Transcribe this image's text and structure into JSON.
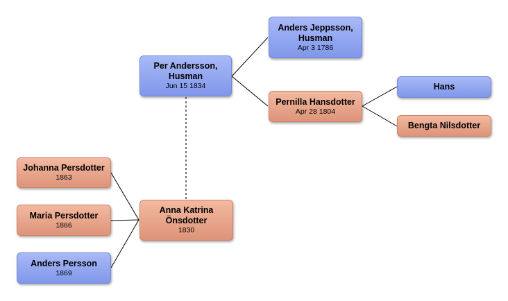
{
  "people": {
    "per": {
      "name": "Per Andersson, Husman",
      "date": "Jun 15 1834",
      "sex": "male"
    },
    "anders_jeppsson": {
      "name": "Anders Jeppsson, Husman",
      "date": "Apr 3 1786",
      "sex": "male"
    },
    "pernilla": {
      "name": "Pernilla Hansdotter",
      "date": "Apr 28 1804",
      "sex": "female"
    },
    "hans": {
      "name": "Hans",
      "date": "",
      "sex": "male"
    },
    "bengta": {
      "name": "Bengta Nilsdotter",
      "date": "",
      "sex": "female"
    },
    "anna": {
      "name": "Anna Katrina Önsdotter",
      "date": "1830",
      "sex": "female"
    },
    "johanna": {
      "name": "Johanna Persdotter",
      "date": "1863",
      "sex": "female"
    },
    "maria": {
      "name": "Maria Persdotter",
      "date": "1866",
      "sex": "female"
    },
    "anders_persson": {
      "name": "Anders Persson",
      "date": "1869",
      "sex": "male"
    }
  },
  "colors": {
    "male": "#8ea3f0",
    "female": "#e8a68c",
    "line": "#000000"
  }
}
